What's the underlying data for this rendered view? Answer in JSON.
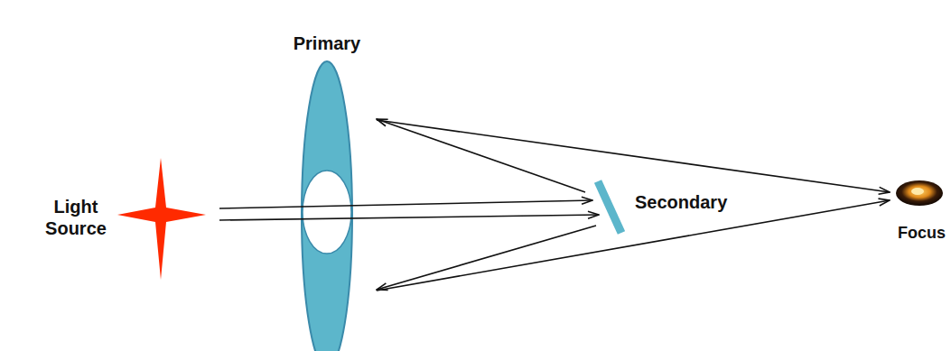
{
  "diagram": {
    "labels": [
      "Primary",
      "Light Source",
      "Secondary",
      "Focus"
    ]
  }
}
